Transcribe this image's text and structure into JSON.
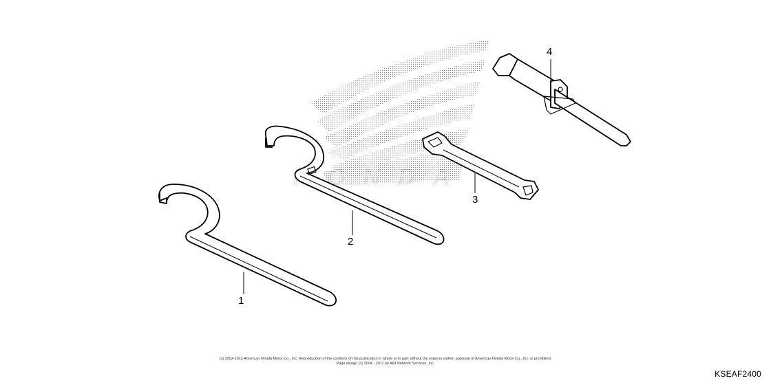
{
  "callouts": {
    "part1": "1",
    "part2": "2",
    "part3": "3",
    "part4": "4"
  },
  "watermark": {
    "brand": "HONDA",
    "color": "#9a9a9a"
  },
  "footer": {
    "copyright_line1": "(c) 2002-2013 American Honda Motor Co., Inc. Reproduction of the contents of this publication in whole or in part without the express written approval of American Honda Motor Co., Inc. is prohibited.",
    "copyright_line2": "Page design (c) 2004 - 2011 by ARI Network Services, Inc.",
    "diagram_code": "KSEAF2400"
  },
  "colors": {
    "line": "#000000",
    "background": "#ffffff"
  }
}
